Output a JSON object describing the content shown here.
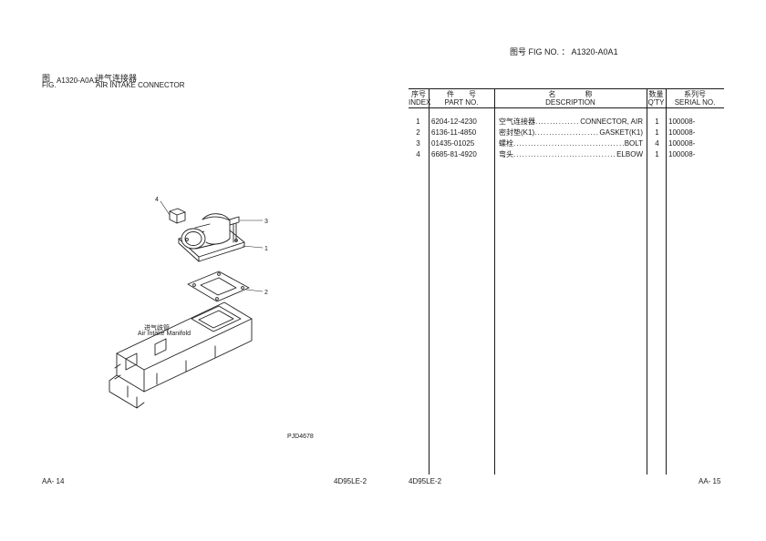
{
  "header_right": {
    "fig_label": "图号 FIG NO. ：",
    "fig_no": "A1320-A0A1"
  },
  "header_left": {
    "fig_zh": "图",
    "fig_en": "FIG.",
    "fig_no": "A1320-A0A1",
    "title_zh": "进气连接器",
    "title_en": "AIR INTAKE CONNECTOR"
  },
  "table": {
    "columns": [
      {
        "zh": "序号",
        "en": "INDEX"
      },
      {
        "zh": "件　　号",
        "en": "PART NO."
      },
      {
        "zh": "名　　　　称",
        "en": "DESCRIPTION"
      },
      {
        "zh": "数量",
        "en": "Q'TY"
      },
      {
        "zh": "系列号",
        "en": "SERIAL NO."
      }
    ],
    "rows": [
      {
        "index": "1",
        "part_no": "6204-12-4230",
        "desc_zh": "空气连接器",
        "desc_en": "CONNECTOR, AIR",
        "qty": "1",
        "serial": "100008-"
      },
      {
        "index": "2",
        "part_no": "6136-11-4850",
        "desc_zh": "密封垫(K1)",
        "desc_en": "GASKET(K1)",
        "qty": "1",
        "serial": "100008-"
      },
      {
        "index": "3",
        "part_no": "01435-01025",
        "desc_zh": "螺栓",
        "desc_en": "BOLT",
        "qty": "4",
        "serial": "100008-"
      },
      {
        "index": "4",
        "part_no": "6685-81-4920",
        "desc_zh": "弯头",
        "desc_en": "ELBOW",
        "qty": "1",
        "serial": "100008-"
      }
    ]
  },
  "diagram": {
    "callouts": [
      "4",
      "3",
      "1",
      "2"
    ],
    "manifold_zh": "进气歧管",
    "manifold_en": "Air Intake Manifold",
    "drawing_no": "PJD4678"
  },
  "footer": {
    "left_page": "AA- 14",
    "left_model": "4D95LE-2",
    "right_model": "4D95LE-2",
    "right_page": "AA- 15"
  }
}
